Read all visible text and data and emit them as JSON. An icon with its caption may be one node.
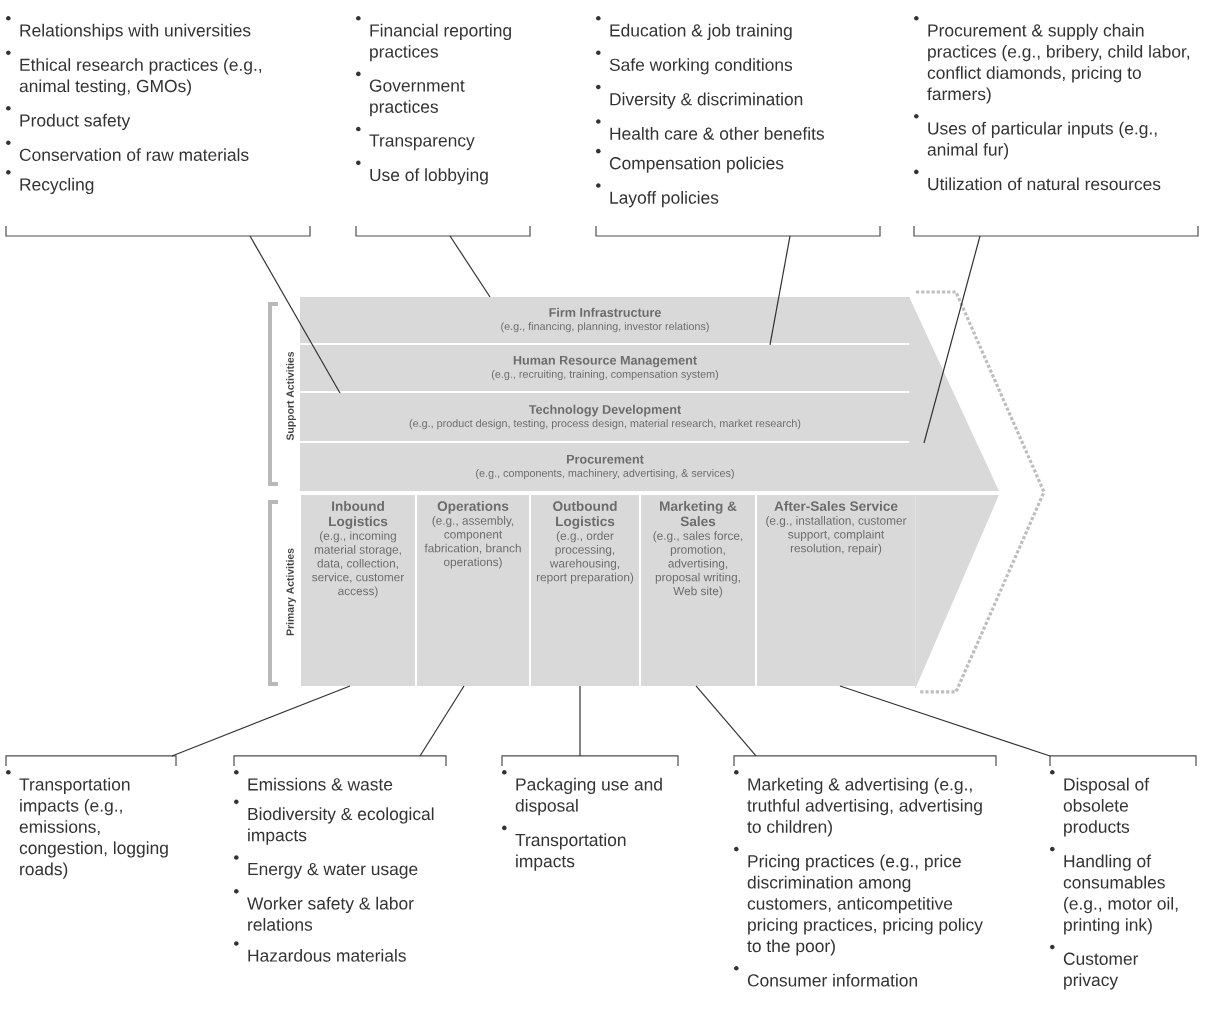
{
  "diagram": {
    "nodes": [
      {
        "text": [
          "Relationships with universities",
          "Ethical research practices (e.g., animal testing, GMOs)",
          "Product safety",
          "Conservation of raw materials",
          "Recycling"
        ]
      },
      {
        "text": [
          "Financial reporting practices",
          "Government practices",
          "Transparency",
          "Use of lobbying"
        ]
      },
      {
        "text": [
          "Education & job training",
          "Safe working conditions",
          "Diversity & discrimination",
          "Health care & other benefits",
          "Compensation policies",
          "Layoff policies"
        ]
      },
      {
        "text": [
          "Procurement & supply chain practices (e.g., bribery, child labor, conflict diamonds, pricing to farmers)",
          "Uses of particular inputs (e.g., animal fur)",
          "Utilization of natural resources"
        ]
      },
      {
        "text": [
          "Firm Infrastructure",
          "(e.g., financing, planning, investor relations)"
        ]
      },
      {
        "text": [
          "Human Resource Management",
          "(e.g., recruiting, training, compensation system)"
        ]
      },
      {
        "text": [
          "Technology Development",
          "(e.g., product design, testing, process design, material research, market research)"
        ]
      },
      {
        "text": [
          "Procurement",
          "(e.g., components, machinery, advertising, & services)"
        ]
      },
      {
        "text": [
          "Inbound Logistics",
          "(e.g., incoming material storage, data, collection, service, customer access)"
        ]
      },
      {
        "text": [
          "Operations",
          "(e.g., assembly, component fabrication, branch operations)"
        ]
      },
      {
        "text": [
          "Outbound Logistics",
          "(e.g., order processing, warehousing, report preparation)"
        ]
      },
      {
        "text": [
          "Marketing & Sales",
          "(e.g., sales force, promotion, advertising, proposal writing, Web site)"
        ]
      },
      {
        "text": [
          "After-Sales Service",
          "(e.g., installation, customer support, complaint resolution, repair)"
        ]
      },
      {
        "text": [
          "Transportation impacts (e.g., emissions, congestion, logging roads)"
        ]
      },
      {
        "text": [
          "Emissions & waste",
          "Biodiversity & ecological impacts",
          "Energy & water usage",
          "Worker safety & labor relations",
          "Hazardous materials"
        ]
      },
      {
        "text": [
          "Packaging use and disposal",
          "Transportation impacts"
        ]
      },
      {
        "text": [
          "Marketing & advertising (e.g., truthful advertising, advertising to children)",
          "Pricing practices (e.g., price discrimination among customers, anticompetitive pricing practices, pricing policy to the poor)",
          "Consumer information"
        ]
      },
      {
        "text": [
          "Disposal of obsolete products",
          "Handling of consumables (e.g., motor oil, printing ink)",
          "Customer privacy"
        ]
      }
    ],
    "edges": [
      {
        "from": 0,
        "to": 6,
        "arrow": "none"
      },
      {
        "from": 1,
        "to": 4,
        "arrow": "none"
      },
      {
        "from": 2,
        "to": 5,
        "arrow": "none"
      },
      {
        "from": 3,
        "to": 7,
        "arrow": "none"
      },
      {
        "from": 13,
        "to": 8,
        "arrow": "none"
      },
      {
        "from": 14,
        "to": 9,
        "arrow": "none"
      },
      {
        "from": 15,
        "to": 10,
        "arrow": "none"
      },
      {
        "from": 16,
        "to": 11,
        "arrow": "none"
      },
      {
        "from": 17,
        "to": 12,
        "arrow": "none"
      }
    ],
    "labels": [
      "Support Activities",
      "Primary Activities"
    ]
  }
}
